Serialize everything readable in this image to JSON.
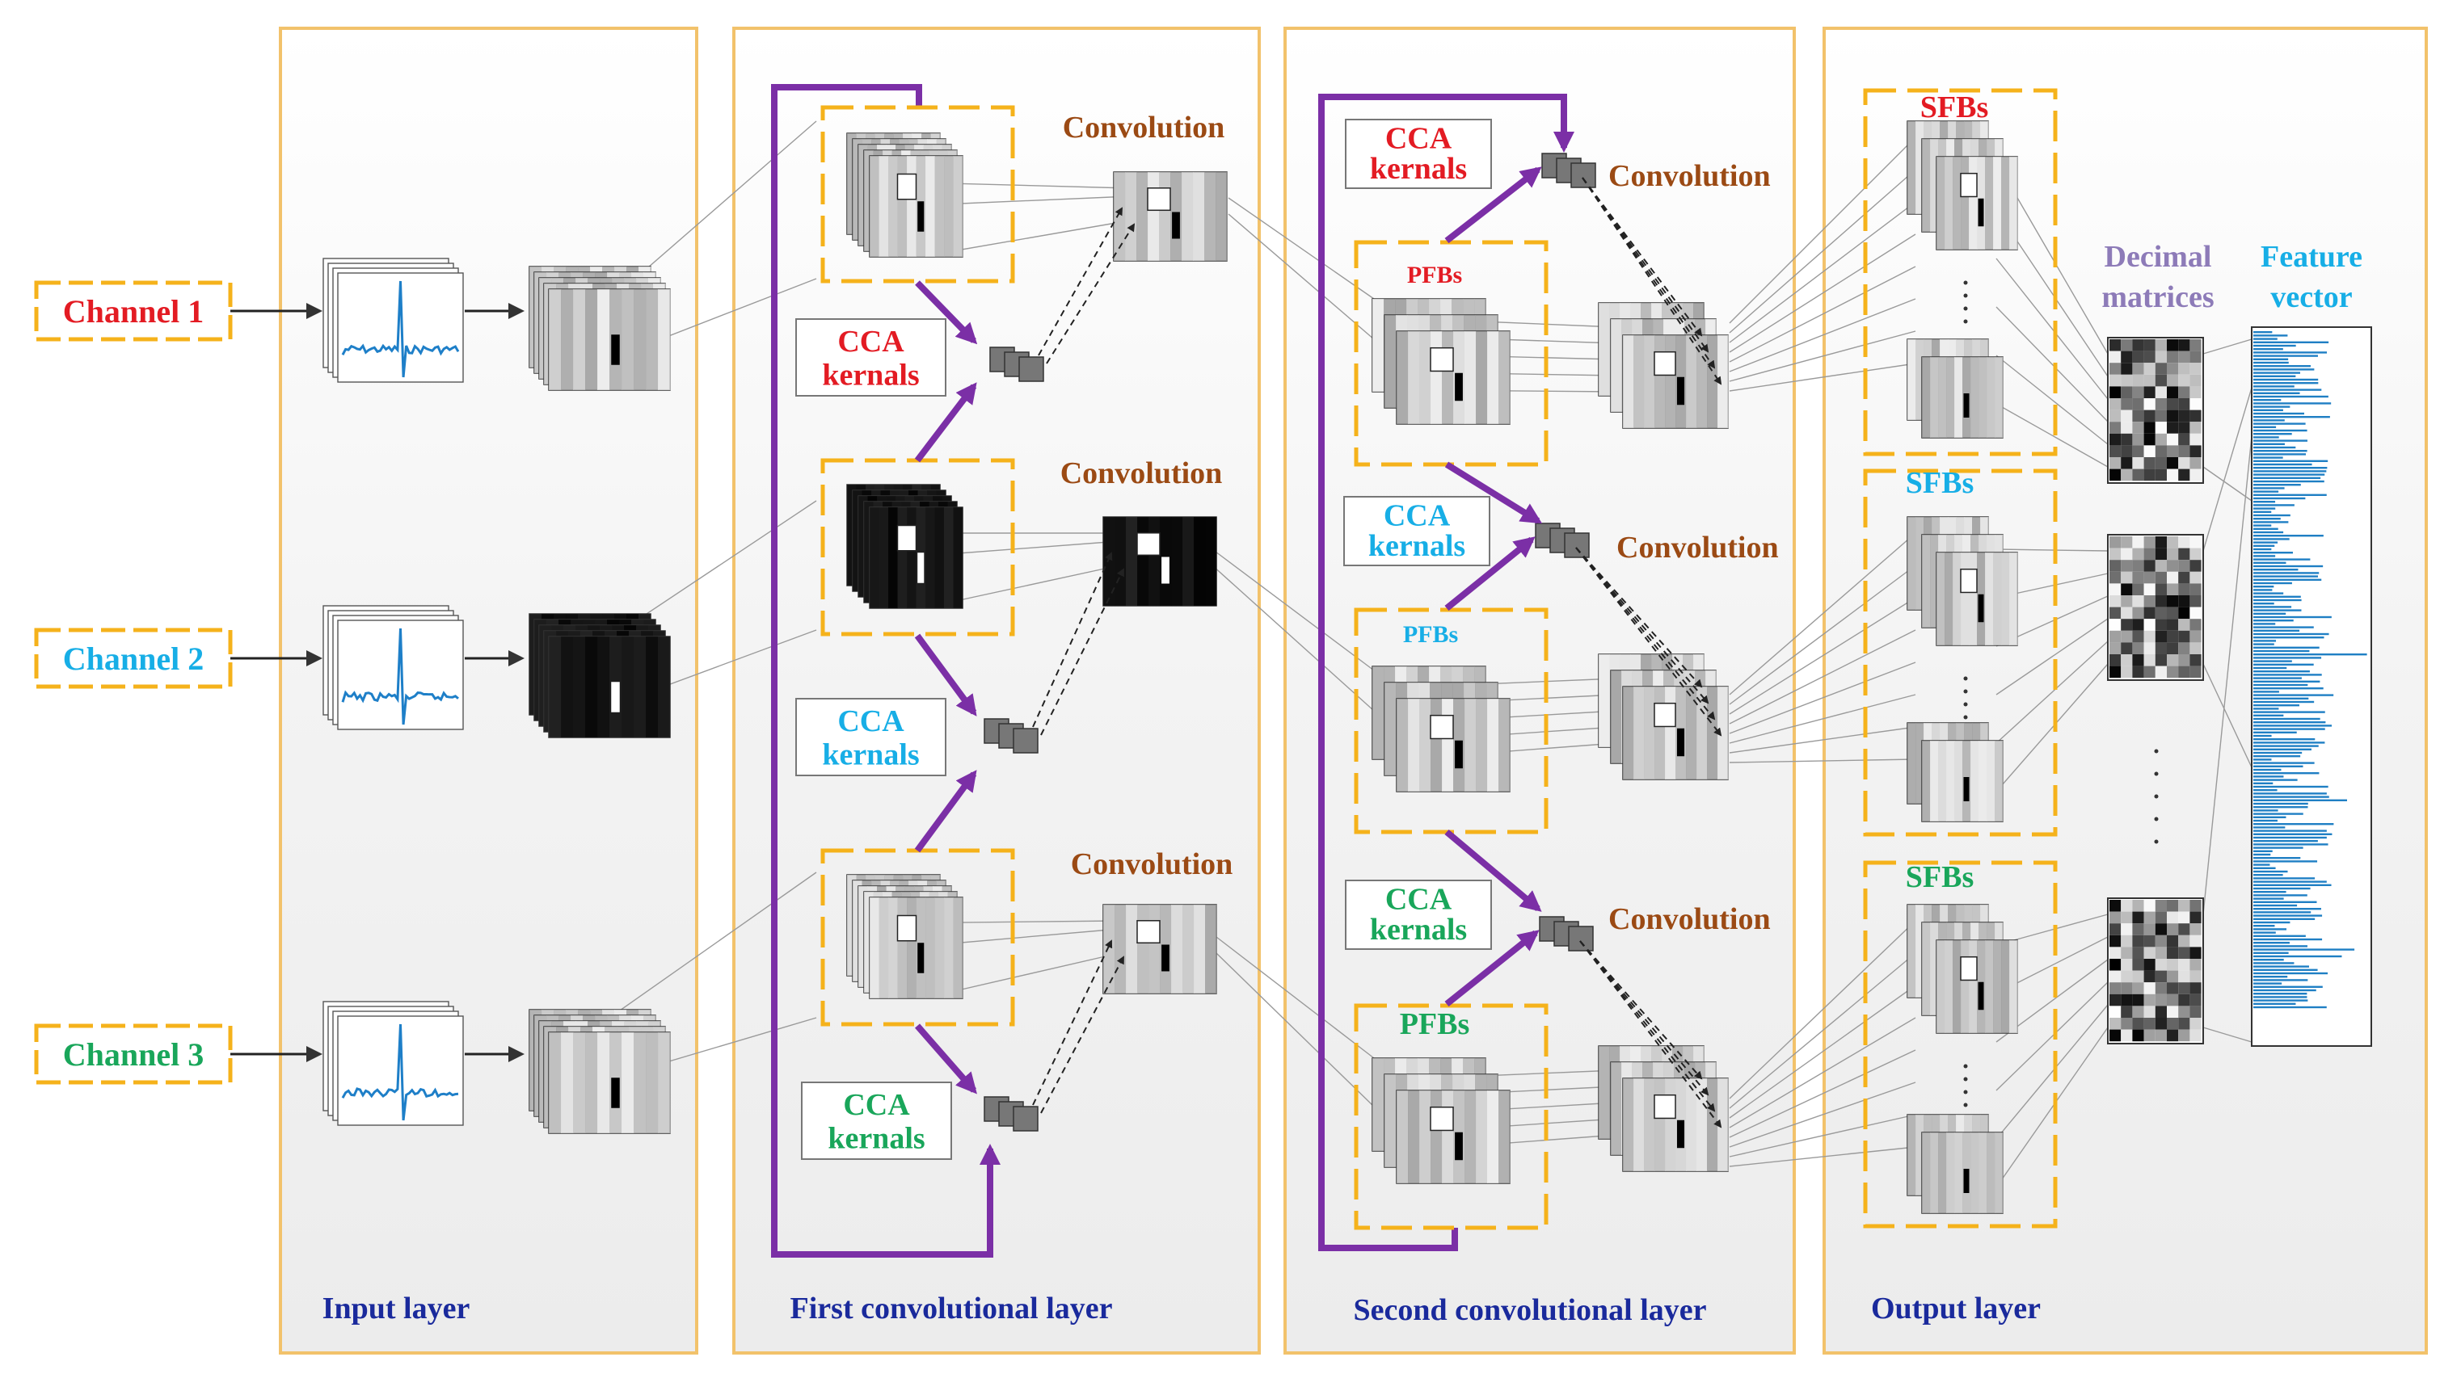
{
  "layers": {
    "input": "Input layer",
    "first_conv": "First convolutional layer",
    "second_conv": "Second convolutional  layer",
    "output": "Output layer"
  },
  "channels": [
    {
      "label": "Channel 1",
      "color": "#e31b23"
    },
    {
      "label": "Channel 2",
      "color": "#17aee6"
    },
    {
      "label": "Channel 3",
      "color": "#19a65a"
    }
  ],
  "cca": {
    "line1": "CCA",
    "line2": "kernals"
  },
  "convolution_label": "Convolution",
  "pfbs_label": "PFBs",
  "sfbs_label": "SFBs",
  "decimal_matrices": {
    "line1": "Decimal",
    "line2": "matrices"
  },
  "feature_vector": {
    "line1": "Feature",
    "line2": "vector"
  },
  "colors": {
    "layer_border": "#f2c26b",
    "dashed_box": "#f5b21b",
    "purple_arrow": "#7b2fa6",
    "layer_title": "#1a2a9c",
    "convolution": "#9b4a14",
    "decimal": "#8d7bb8",
    "feature_bars": "#1f7fc4",
    "feature_text": "#17aee6"
  }
}
